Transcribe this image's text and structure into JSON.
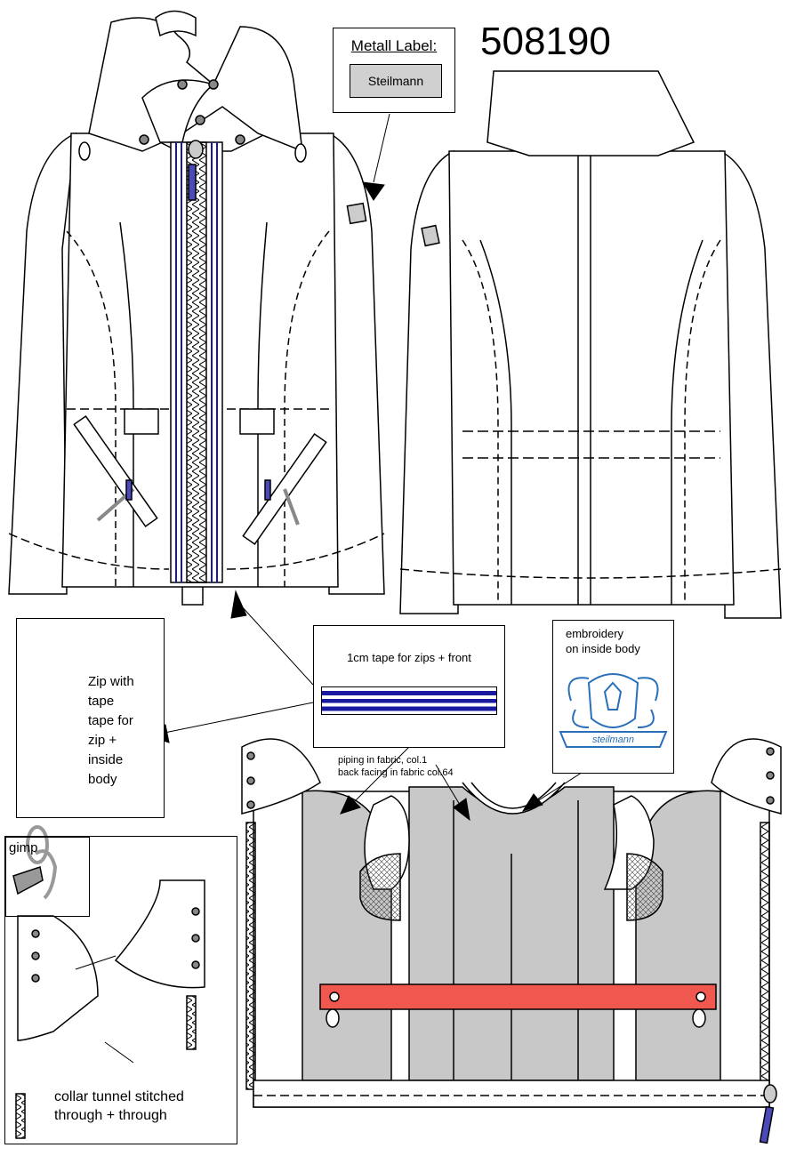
{
  "style_number": "508190",
  "metal_label": {
    "title": "Metall Label:",
    "brand_text": "Steilmann"
  },
  "tape_box": {
    "caption": "1cm tape for zips + front",
    "colors": {
      "stripe": "#1a1aa0",
      "base": "#ffffff"
    }
  },
  "zip_note": {
    "lines": [
      "Zip with",
      "tape",
      "tape for",
      "zip +",
      "inside",
      "body"
    ]
  },
  "embroidery": {
    "lines": [
      "embroidery",
      "on inside body"
    ],
    "brand_text": "steilmann",
    "color": "#2a6fb8"
  },
  "piping_note": {
    "line1": "piping in fabric, col.1",
    "line2": "back facing in fabric col.64"
  },
  "gimp_label": "gimp",
  "collar_note": {
    "line1": "collar tunnel stitched",
    "line2": "through + through"
  },
  "colors": {
    "hanger_tape": "#f0574f",
    "facing_grey": "#c8c8c8",
    "zip_blue": "#4a4ab8"
  }
}
